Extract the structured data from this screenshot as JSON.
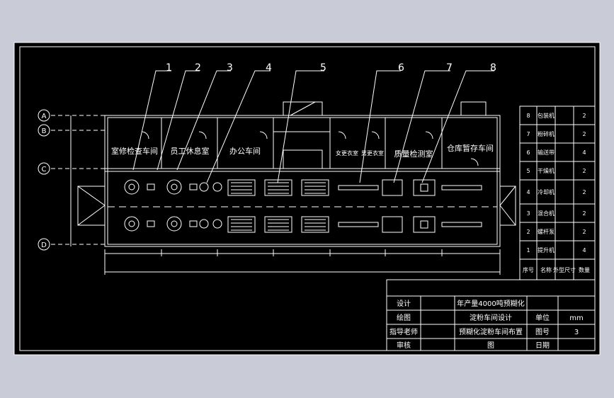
{
  "colors": {
    "page_bg": "#c9ccd6",
    "drawing_bg": "#000000",
    "line": "#ffffff"
  },
  "callouts": [
    "1",
    "2",
    "3",
    "4",
    "5",
    "6",
    "7",
    "8"
  ],
  "axes": [
    "A",
    "B",
    "C",
    "D"
  ],
  "rooms": [
    "室修检查车间",
    "员工休息室",
    "办公车间",
    "女更衣室",
    "男更衣室",
    "质量检测室",
    "仓库暂存车间"
  ],
  "parts_table": {
    "rows": [
      {
        "no": "8",
        "name": "包装机",
        "qty": "2"
      },
      {
        "no": "7",
        "name": "粉碎机",
        "qty": "2"
      },
      {
        "no": "6",
        "name": "输送带",
        "qty": "4"
      },
      {
        "no": "5",
        "name": "干燥机",
        "qty": "2"
      },
      {
        "no": "4",
        "name": "冷却机",
        "qty": "2"
      },
      {
        "no": "3",
        "name": "混合机",
        "qty": "2"
      },
      {
        "no": "2",
        "name": "螺杆泵",
        "qty": "2"
      },
      {
        "no": "1",
        "name": "提升机",
        "qty": "4"
      }
    ],
    "header": {
      "no": "序号",
      "name": "名称",
      "size": "外型尺寸",
      "qty": "数量"
    }
  },
  "title_block": {
    "design": "设计",
    "draw": "绘图",
    "advisor": "指导老师",
    "review": "审核",
    "project_l1": "年产量4000吨预糊化",
    "project_l2": "淀粉车间设计",
    "drawing_l1": "预糊化淀粉车间布置",
    "drawing_l2": "图",
    "unit_label": "单位",
    "unit_value": "mm",
    "fig_label": "图号",
    "fig_value": "3",
    "date_label": "日期"
  }
}
